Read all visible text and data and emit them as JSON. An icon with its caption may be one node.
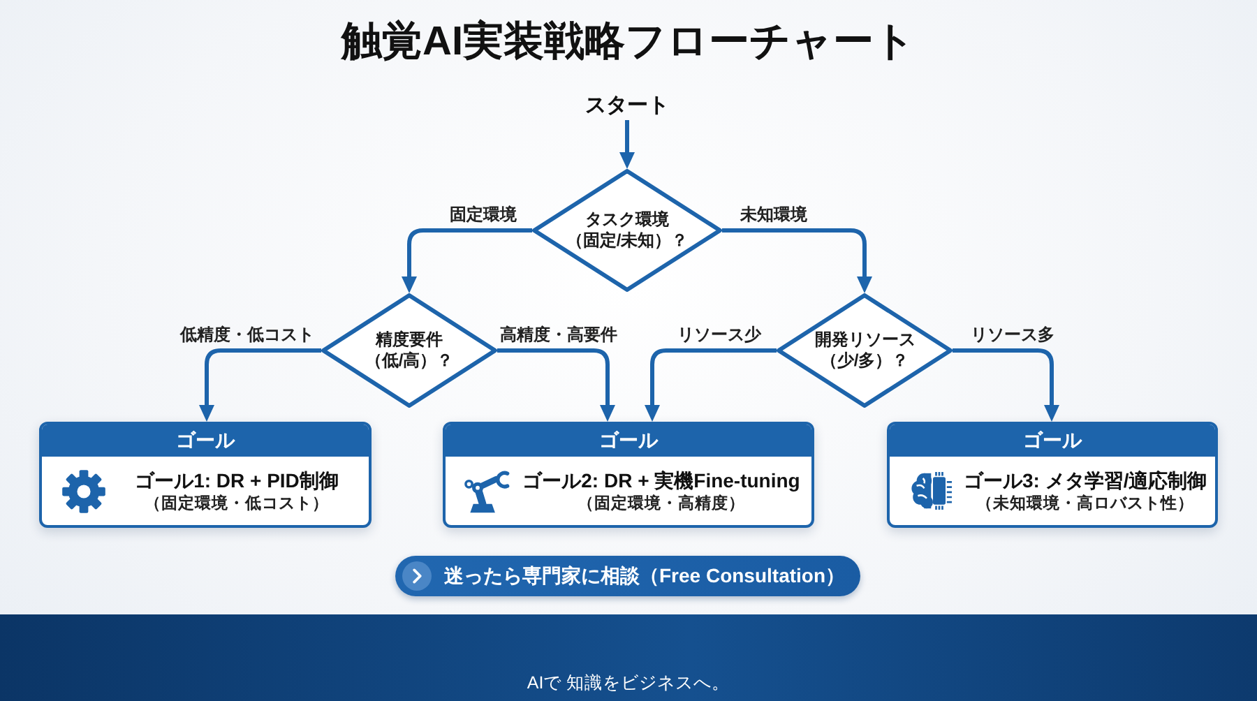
{
  "diagram": {
    "title": "触覚AI実装戦略フローチャート",
    "nodes": [
      {
        "text": [
          "スタート"
        ]
      },
      {
        "text": [
          "タスク環境（固定/未知）？"
        ]
      },
      {
        "text": [
          "精度要件（低/高）？"
        ]
      },
      {
        "text": [
          "開発リソース（少/多）？"
        ]
      },
      {
        "text": [
          "ゴール",
          "ゴール1: DR + PID制御",
          "（固定環境・低コスト）"
        ]
      },
      {
        "text": [
          "ゴール",
          "ゴール2: DR + 実機Fine-tuning",
          "（固定環境・高精度）"
        ]
      },
      {
        "text": [
          "ゴール",
          "ゴール3: メタ学習/適応制御",
          "（未知環境・高ロバスト性）"
        ]
      }
    ],
    "edges": [
      {
        "from": 0,
        "to": 1,
        "arrow": "to"
      },
      {
        "from": 1,
        "to": 2,
        "arrow": "to",
        "label": "固定環境"
      },
      {
        "from": 1,
        "to": 3,
        "arrow": "to",
        "label": "未知環境"
      },
      {
        "from": 2,
        "to": 4,
        "arrow": "to",
        "label": "低精度・低コスト"
      },
      {
        "from": 2,
        "to": 5,
        "arrow": "to",
        "label": "高精度・高要件"
      },
      {
        "from": 3,
        "to": 5,
        "arrow": "to",
        "label": "リソース少"
      },
      {
        "from": 3,
        "to": 6,
        "arrow": "to",
        "label": "リソース多"
      }
    ],
    "labels": [
      "迷ったら専門家に相談（Free Consultation）",
      "AIで 知識をビジネスへ。"
    ]
  }
}
